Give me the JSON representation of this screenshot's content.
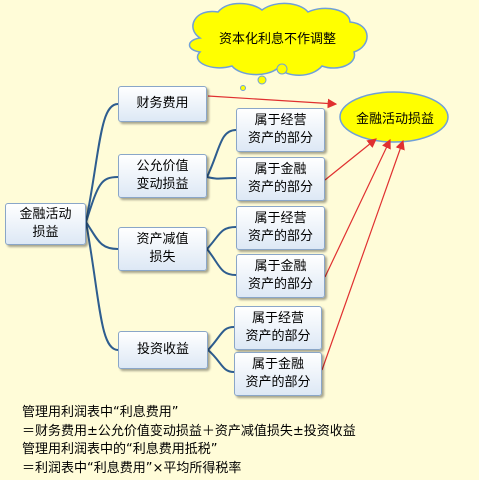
{
  "cloud_text": "资本化利息不作调整",
  "target_label": "金融活动损益",
  "root_label": "金融活动\n损益",
  "items": [
    {
      "label": "财务费用"
    },
    {
      "label": "公允价值\n变动损益"
    },
    {
      "label": "资产减值\n损失"
    },
    {
      "label": "投资收益"
    }
  ],
  "sub_operating": "属于经营\n资产的部分",
  "sub_financial": "属于金融\n资产的部分",
  "notes": [
    "管理用利润表中“利息费用”",
    "＝财务费用±公允价值变动损益＋资产减值损失±投资收益",
    "管理用利润表中的“利息费用抵税”",
    "＝利润表中“利息费用”×平均所得税率"
  ],
  "colors": {
    "connector": "#2e5d8f",
    "arrow": "#e03030",
    "yellow": "#ffff00",
    "box_border": "#8aa6c8"
  }
}
